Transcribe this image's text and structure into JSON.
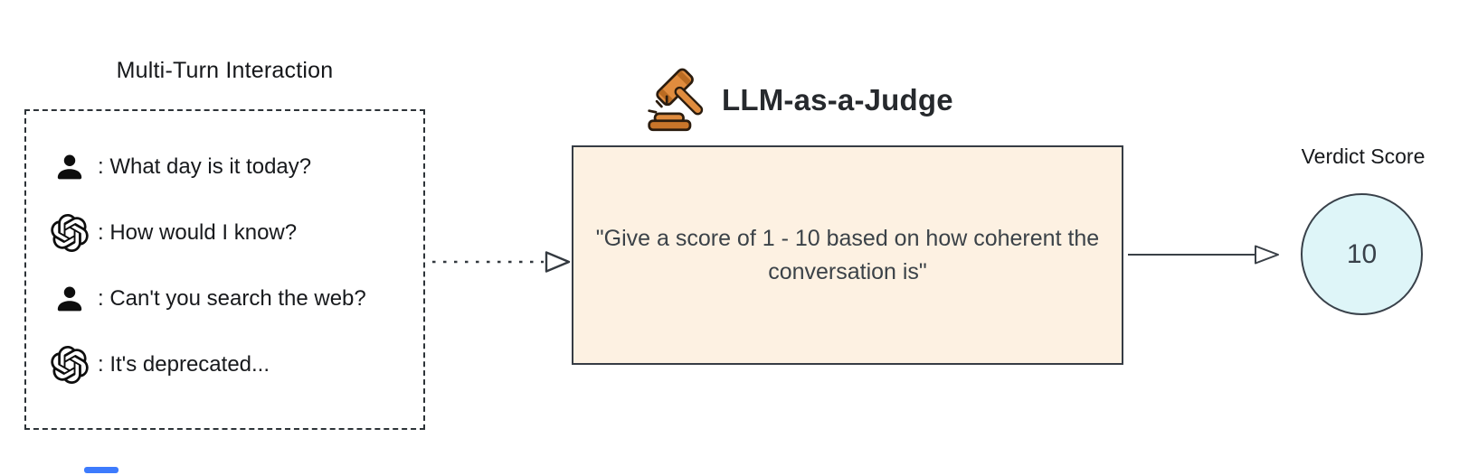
{
  "left_panel": {
    "title": "Multi-Turn Interaction",
    "messages": [
      {
        "speaker": "user",
        "icon": "user-icon",
        "text": ": What day is it today?"
      },
      {
        "speaker": "assistant",
        "icon": "openai-icon",
        "text": ": How would I know?"
      },
      {
        "speaker": "user",
        "icon": "user-icon",
        "text": ": Can't you search the web?"
      },
      {
        "speaker": "assistant",
        "icon": "openai-icon",
        "text": ": It's deprecated..."
      }
    ]
  },
  "judge": {
    "icon": "gavel-icon",
    "title": "LLM-as-a-Judge",
    "prompt": "\"Give a score of 1 - 10 based on how coherent the conversation is\""
  },
  "verdict": {
    "label": "Verdict Score",
    "score": "10"
  },
  "connectors": [
    {
      "from": "multi-turn-box",
      "to": "judge-box",
      "style": "dashed-open-arrow"
    },
    {
      "from": "judge-box",
      "to": "verdict-circle",
      "style": "solid-open-arrow"
    }
  ],
  "colors": {
    "judge_box_fill": "#fdf1e2",
    "judge_box_border": "#363c44",
    "verdict_fill": "#def5f8",
    "verdict_border": "#39414a",
    "gavel_orange": "#e08c3e",
    "gavel_dark_orange": "#b96b22",
    "outline_dark": "#2d3338",
    "blue_marker": "#3d7bfd"
  }
}
